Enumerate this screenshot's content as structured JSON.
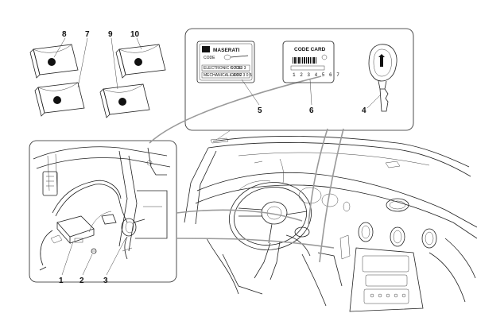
{
  "callouts": {
    "c1": "1",
    "c2": "2",
    "c3": "3",
    "c4": "4",
    "c5": "5",
    "c6": "6",
    "c7": "7",
    "c8": "8",
    "c9": "9",
    "c10": "10"
  },
  "tag": {
    "brand": "MASERATI",
    "code_label": "CODE",
    "electronic_label": "ELECTRONIC CODE",
    "electronic_value": "6 7 3 3 3",
    "mechanical_label": "MECHANICAL CODE",
    "mechanical_value": "L A 0 2 3 0 5"
  },
  "code_card": {
    "title": "CODE CARD",
    "digits": "1 2 3 4 5 6 7"
  },
  "colors": {
    "line": "#222222",
    "connector": "#9a9a9a",
    "background": "#ffffff"
  }
}
